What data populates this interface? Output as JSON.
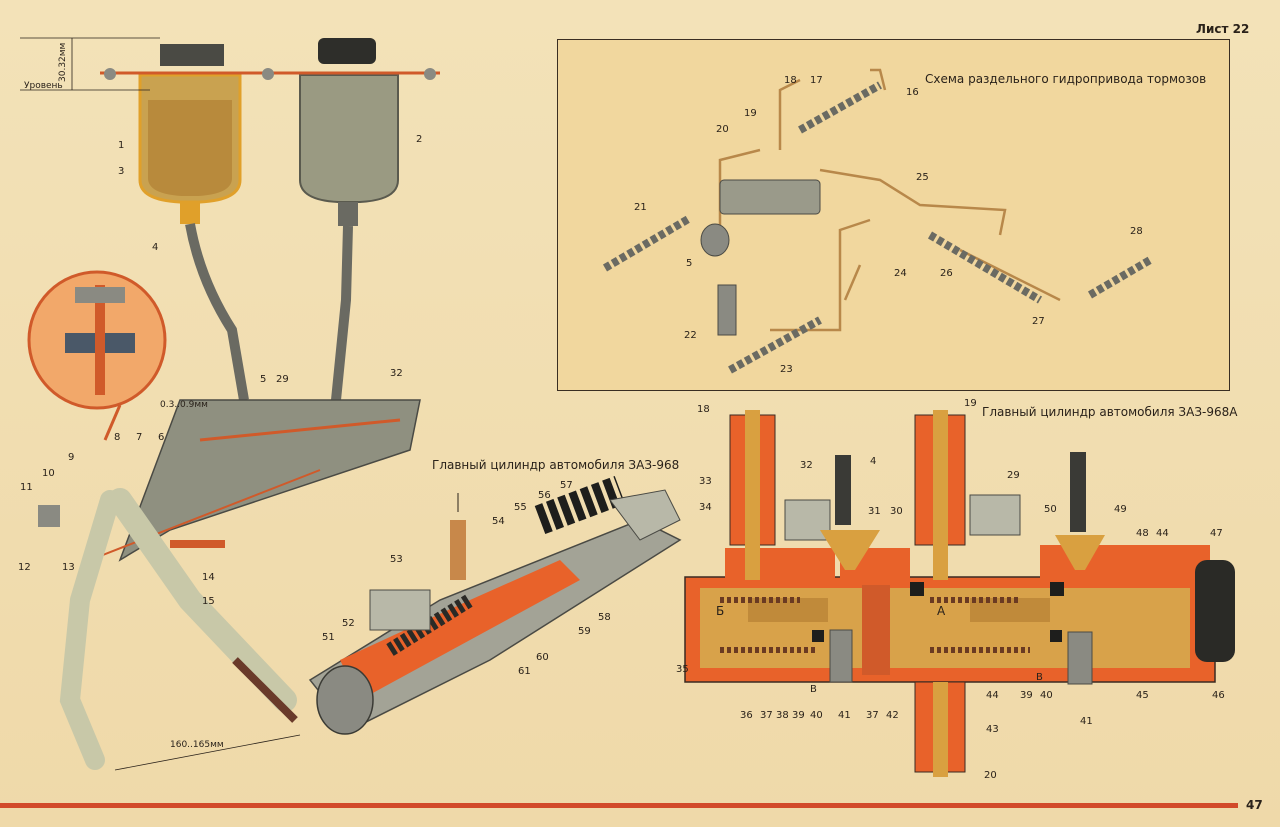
{
  "header": {
    "sheet": "Лист 22",
    "page_number": "47"
  },
  "titles": {
    "scheme": "Схема раздельного гидропривода тормозов",
    "cyl_968": "Главный цилиндр автомобиля ЗАЗ-968",
    "cyl_968a": "Главный цилиндр автомобиля ЗАЗ-968А"
  },
  "dims": {
    "level": "Уровень",
    "fill": "30.32мм",
    "gap": "0.3..0.9мм",
    "travel": "160..165мм"
  },
  "chambers": {
    "b": "Б",
    "a": "А",
    "v1": "В",
    "v2": "В"
  },
  "left_labels": [
    "1",
    "2",
    "3",
    "4",
    "5",
    "29",
    "32",
    "6",
    "7",
    "8",
    "9",
    "10",
    "11",
    "12",
    "13",
    "14",
    "15"
  ],
  "scheme_labels": [
    "16",
    "17",
    "18",
    "19",
    "20",
    "21",
    "5",
    "22",
    "23",
    "24",
    "25",
    "26",
    "27",
    "28"
  ],
  "cyl968_labels": [
    "54",
    "55",
    "56",
    "57",
    "53",
    "52",
    "51",
    "58",
    "59",
    "60",
    "61"
  ],
  "cyl968a_labels": [
    "18",
    "19",
    "4",
    "32",
    "33",
    "34",
    "31",
    "30",
    "29",
    "50",
    "49",
    "48",
    "44",
    "47",
    "35",
    "36",
    "37",
    "38",
    "39",
    "40",
    "41",
    "37",
    "42",
    "44",
    "39",
    "40",
    "41",
    "45",
    "46",
    "43",
    "20"
  ],
  "colors": {
    "accent": "#e8622a",
    "red_rule": "#d24a2a",
    "metal": "#8a8a82",
    "fluid": "#d8a24a"
  }
}
